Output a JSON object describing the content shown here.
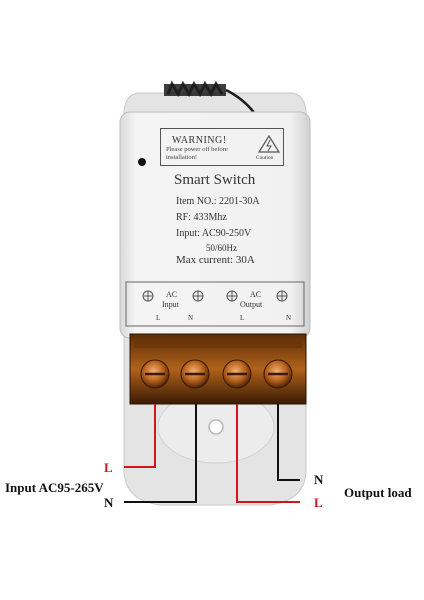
{
  "device": {
    "warning_title": "WARNING!",
    "warning_text": "Please power off before installation!",
    "caution_label": "Caution",
    "name": "Smart Switch",
    "item_no": "Item NO.: 2201-30A",
    "rf": "RF: 433Mhz",
    "input_spec": "Input: AC90-250V",
    "frequency": "50/60Hz",
    "max_current": "Max current: 30A",
    "terminal_input_ac": "AC",
    "terminal_input": "Input",
    "terminal_output_ac": "AC",
    "terminal_output": "Output",
    "pin_l1": "L",
    "pin_n1": "N",
    "pin_l2": "L",
    "pin_n2": "N"
  },
  "labels": {
    "input_l": "L",
    "input_title": "Input AC95-265V",
    "input_n": "N",
    "output_n": "N",
    "output_title": "Output load",
    "output_l": "L"
  },
  "colors": {
    "housing": "#eeeeee",
    "terminal_block": "#8a4a12",
    "live_wire": "#d0161d",
    "neutral_wire": "#111111"
  }
}
